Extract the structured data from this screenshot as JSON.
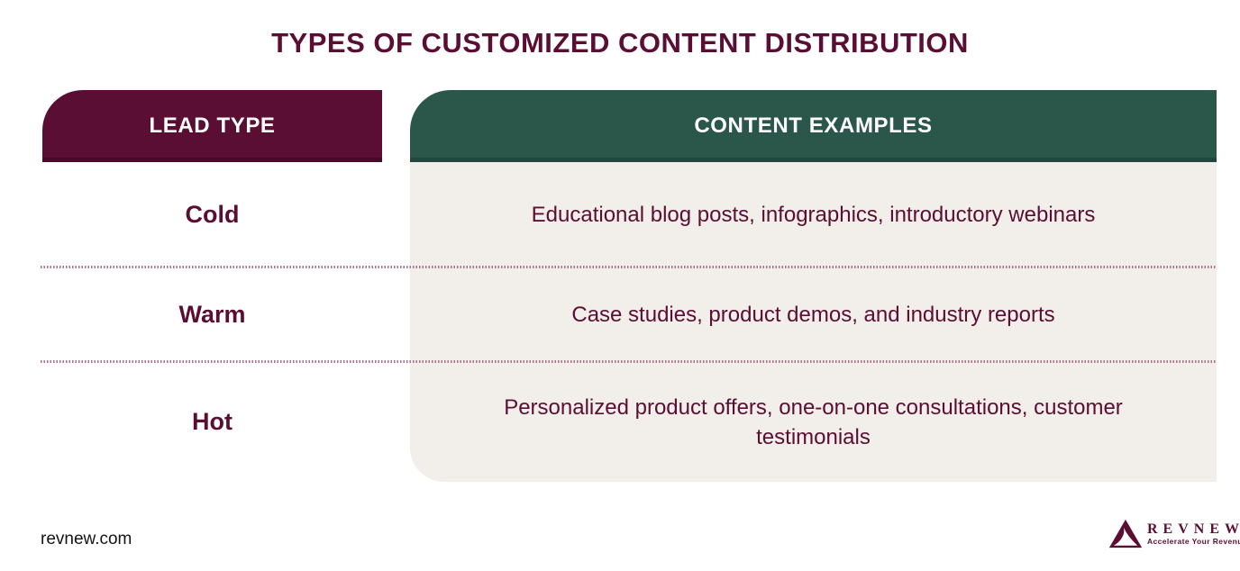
{
  "title": "TYPES OF CUSTOMIZED CONTENT DISTRIBUTION",
  "table": {
    "headers": {
      "lead": "LEAD TYPE",
      "content": "CONTENT EXAMPLES"
    },
    "rows": [
      {
        "lead": "Cold",
        "content": "Educational blog posts, infographics, introductory webinars"
      },
      {
        "lead": "Warm",
        "content": "Case studies, product demos, and industry reports"
      },
      {
        "lead": "Hot",
        "content": "Personalized product offers, one-on-one consultations, customer testimonials"
      }
    ]
  },
  "chart_data": {
    "type": "table",
    "title": "TYPES OF CUSTOMIZED CONTENT DISTRIBUTION",
    "columns": [
      "LEAD TYPE",
      "CONTENT EXAMPLES"
    ],
    "rows": [
      [
        "Cold",
        "Educational blog posts, infographics, introductory webinars"
      ],
      [
        "Warm",
        "Case studies, product demos, and industry reports"
      ],
      [
        "Hot",
        "Personalized product offers, one-on-one consultations, customer testimonials"
      ]
    ]
  },
  "footer": {
    "website": "revnew.com"
  },
  "logo": {
    "wordmark": "REVNEW",
    "tagline": "Accelerate Your Revenue"
  },
  "colors": {
    "maroon": "#5B0E34",
    "green": "#2B574A",
    "beige": "#F2EEE9",
    "separator_dotted": "#A5728D",
    "background": "#FFFFFF"
  }
}
